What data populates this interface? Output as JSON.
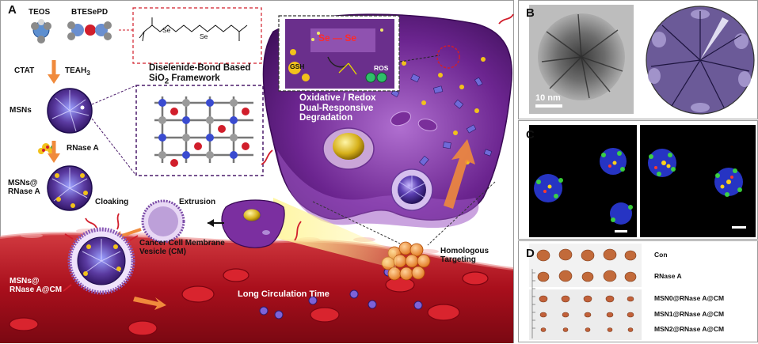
{
  "panels": {
    "a": "A",
    "b": "B",
    "c": "C",
    "d": "D"
  },
  "panel_a": {
    "teos": "TEOS",
    "btesepd": "BTESePD",
    "framework_title_1": "Diselenide-Bond Based",
    "framework_title_2": "SiO",
    "framework_title_sub": "2",
    "framework_title_3": " Framework",
    "ctat": "CTAT",
    "teah": "TEAH",
    "teah_sub": "3",
    "msns": "MSNs",
    "rnase_a": "RNase A",
    "msns_rnase_1": "MSNs@",
    "msns_rnase_2": "RNase A",
    "cloaking": "Cloaking",
    "extrusion": "Extrusion",
    "cm_1": "Cancer Cell Membrane",
    "cm_2": "Vesicle (CM)",
    "msns_cm_1": "MSNs@",
    "msns_cm_2": "RNase A@CM",
    "long_circ": "Long Circulation  Time",
    "homologous_1": "Homologous",
    "homologous_2": "Targeting",
    "degradation_1": "Oxidative / Redox",
    "degradation_2": "Dual-Responsive",
    "degradation_3": "Degradation",
    "se_bond": "Se — Se",
    "gsh": "GSH",
    "ros": "ROS",
    "se1": "Se",
    "se2": "Se"
  },
  "panel_b": {
    "scale": "10 nm"
  },
  "panel_d": {
    "rows": [
      "Con",
      "RNase A",
      "MSN0@RNase A@CM",
      "MSN1@RNase A@CM",
      "MSN2@RNase A@CM"
    ]
  },
  "colors": {
    "vessel": "#b3121d",
    "cell": "#5a1a7a",
    "cell_light": "#8a3aa8",
    "arrow_orange": "#f08a3c",
    "dash_red": "#d11e2b",
    "dash_purple": "#4a1a6a"
  }
}
